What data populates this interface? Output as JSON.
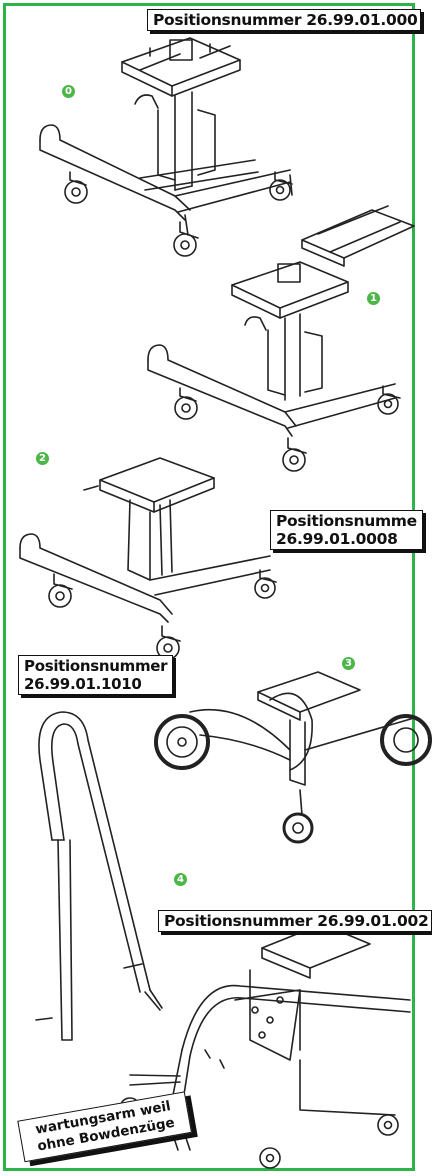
{
  "labels": {
    "pos0": "Positionsnummer 26.99.01.000",
    "pos2_line1": "Positionsnumme",
    "pos2_line2": "26.99.01.0008",
    "pos3_line1": "Positionsnummer",
    "pos3_line2": "26.99.01.1010",
    "pos4": "Positionsnummer 26.99.01.002"
  },
  "markers": {
    "m0": "0",
    "m1": "1",
    "m2": "2",
    "m3": "3",
    "m4": "4"
  },
  "stamp": {
    "line1": "wartungsarm weil",
    "line2": "ohne Bowdenzüge"
  },
  "colors": {
    "frame": "#2db34a",
    "marker": "#4cb648",
    "ink": "#111111"
  }
}
